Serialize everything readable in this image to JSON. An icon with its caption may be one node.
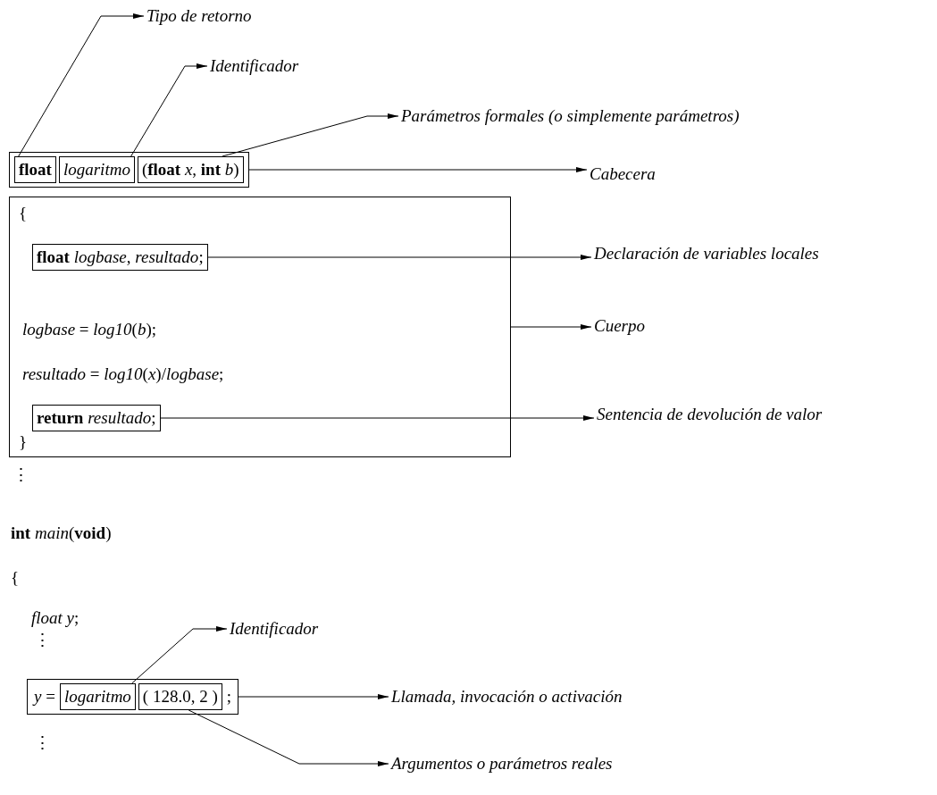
{
  "diagram": {
    "nodes": [
      {
        "text": [
          "Tipo de retorno"
        ]
      },
      {
        "text": [
          "Identificador"
        ]
      },
      {
        "text": [
          "Parámetros formales (o simplemente parámetros)"
        ]
      },
      {
        "text": [],
        "shape": "box"
      },
      {
        "text": [
          "float"
        ],
        "in": 3
      },
      {
        "text": [
          "logaritmo"
        ],
        "in": 3
      },
      {
        "text": [
          "(**float** *x*, **int** *b*)"
        ],
        "in": 3
      },
      {
        "text": [
          "Cabecera"
        ]
      },
      {
        "text": [
          "{",
          "*logbase* = *log10*(*b*);",
          "*resultado* = *log10*(*x*)/*logbase*;",
          "}"
        ]
      },
      {
        "text": [
          "**float** *logbase*, *resultado*;"
        ],
        "in": 8
      },
      {
        "text": [
          "**return** *resultado*;"
        ],
        "in": 8
      },
      {
        "text": [
          "Declaración de variables locales"
        ]
      },
      {
        "text": [
          "Cuerpo"
        ]
      },
      {
        "text": [
          "Sentencia de devolución de valor"
        ]
      },
      {
        "text": [
          "Identificador"
        ]
      },
      {
        "text": [
          "*y* =",
          ";"
        ]
      },
      {
        "text": [
          "logaritmo"
        ],
        "in": 15
      },
      {
        "text": [
          "( 128.0, 2 )"
        ],
        "in": 15
      },
      {
        "text": [
          "Llamada, invocación o activación"
        ]
      },
      {
        "text": [
          "Argumentos o parámetros reales"
        ]
      }
    ],
    "edges": [
      {
        "from": 4,
        "to": 0,
        "arrow": "to"
      },
      {
        "from": 5,
        "to": 1,
        "arrow": "to"
      },
      {
        "from": 6,
        "to": 2,
        "arrow": "to"
      },
      {
        "from": 3,
        "to": 7,
        "arrow": "to"
      },
      {
        "from": 9,
        "to": 11,
        "arrow": "to"
      },
      {
        "from": 8,
        "to": 12,
        "arrow": "to"
      },
      {
        "from": 10,
        "to": 13,
        "arrow": "to"
      },
      {
        "from": 16,
        "to": 14,
        "arrow": "to"
      },
      {
        "from": 15,
        "to": 18,
        "arrow": "to"
      },
      {
        "from": 17,
        "to": 19,
        "arrow": "to"
      }
    ],
    "labels": [
      "⋮",
      "**int** *main*(**void**)",
      "{",
      "*float y*;",
      "⋮",
      "⋮"
    ]
  }
}
